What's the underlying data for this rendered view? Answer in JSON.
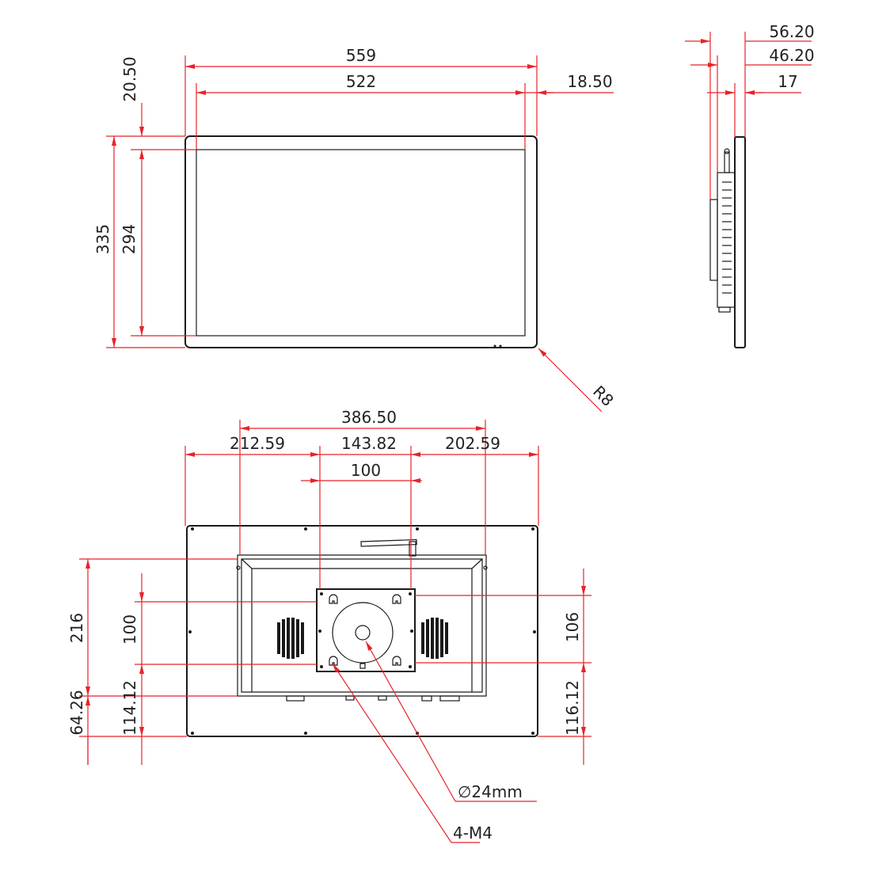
{
  "front_view": {
    "outer_width": "559",
    "screen_width": "522",
    "bezel_side": "18.50",
    "bezel_top": "20.50",
    "outer_height": "335",
    "screen_height": "294",
    "corner_radius": "R8"
  },
  "side_view": {
    "total_depth": "56.20",
    "body_depth": "46.20",
    "panel_depth": "17"
  },
  "rear_view": {
    "vesa_span_outer": "386.50",
    "left_offset": "212.59",
    "mid_span": "143.82",
    "right_offset": "202.59",
    "vesa_horizontal": "100",
    "left_vertical_total": "216",
    "left_vesa_vertical": "100",
    "left_bottom_offset": "64.26",
    "left_lower_offset": "114.12",
    "right_vesa_vertical": "106",
    "right_lower_offset": "116.12",
    "hole_diameter": "∅24mm",
    "screw_spec": "4-M4"
  },
  "colors": {
    "dimension_lines": "#e8232a",
    "outline": "#1a1a1a",
    "background": "#ffffff"
  }
}
